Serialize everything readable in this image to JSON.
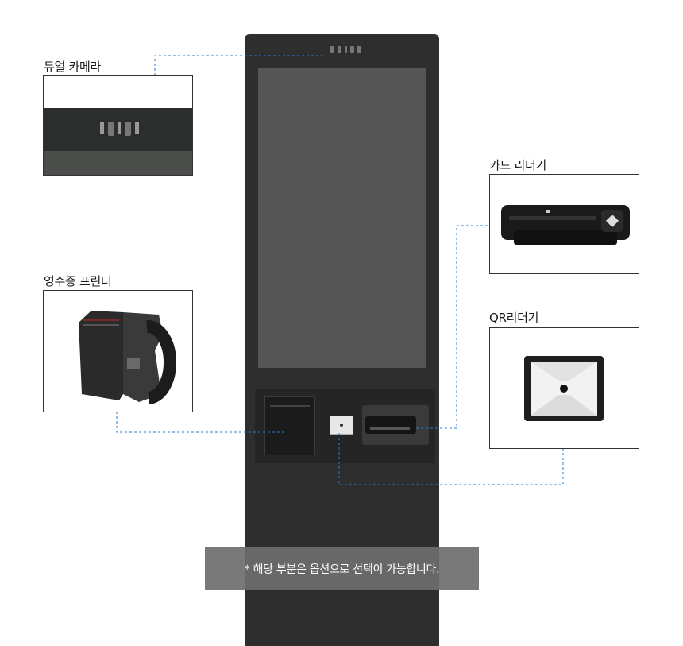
{
  "callouts": {
    "dual_camera": "듀얼 카메라",
    "card_reader": "카드 리더기",
    "receipt_printer": "영수증 프린터",
    "qr_reader": "QR리더기"
  },
  "notice": "* 해당 부분은 옵션으로 선택이 가능합니다.",
  "colors": {
    "kiosk_body": "#2e2e2e",
    "screen": "#555555",
    "leader_line": "#2b7bd6",
    "overlay": "#6e6e6e"
  }
}
